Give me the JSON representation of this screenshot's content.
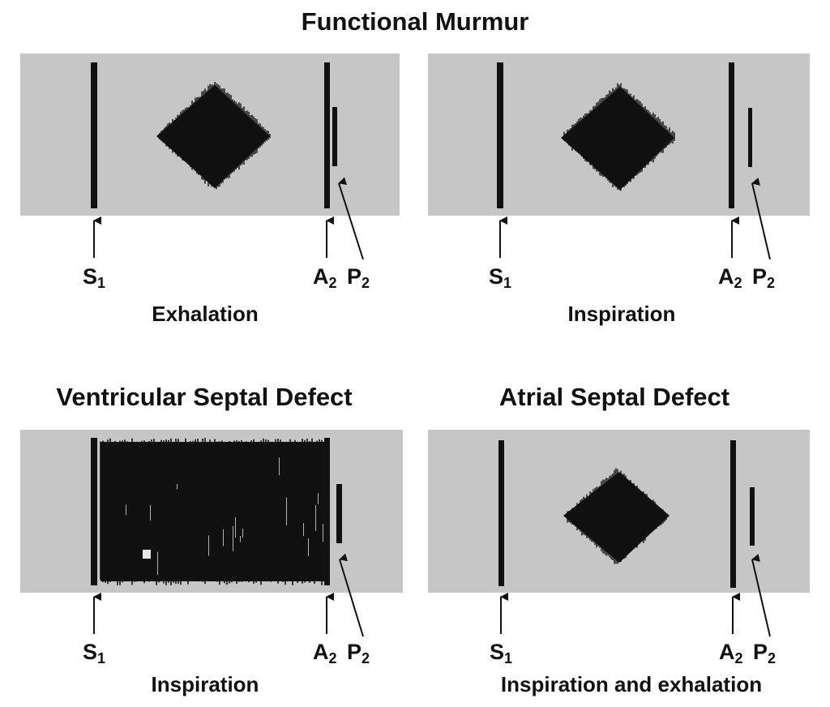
{
  "colors": {
    "panel_background": "#c6c6c6",
    "ink": "#111111",
    "page_background": "#ffffff"
  },
  "panels": [
    {
      "id": "functional-exhalation",
      "heading": "Functional Murmur",
      "caption": "Exhalation",
      "murmur_shape": "diamond",
      "sounds": [
        {
          "name": "S1",
          "symbol": "S",
          "subscript": "1"
        },
        {
          "name": "A2",
          "symbol": "A",
          "subscript": "2"
        },
        {
          "name": "P2",
          "symbol": "P",
          "subscript": "2"
        }
      ]
    },
    {
      "id": "functional-inspiration",
      "heading": "",
      "caption": "Inspiration",
      "murmur_shape": "diamond",
      "sounds": [
        {
          "name": "S1",
          "symbol": "S",
          "subscript": "1"
        },
        {
          "name": "A2",
          "symbol": "A",
          "subscript": "2"
        },
        {
          "name": "P2",
          "symbol": "P",
          "subscript": "2"
        }
      ]
    },
    {
      "id": "ventricular-septal-defect",
      "heading": "Ventricular Septal Defect",
      "caption": "Inspiration",
      "murmur_shape": "holosystolic",
      "sounds": [
        {
          "name": "S1",
          "symbol": "S",
          "subscript": "1"
        },
        {
          "name": "A2",
          "symbol": "A",
          "subscript": "2"
        },
        {
          "name": "P2",
          "symbol": "P",
          "subscript": "2"
        }
      ]
    },
    {
      "id": "atrial-septal-defect",
      "heading": "Atrial Septal Defect",
      "caption": "Inspiration and exhalation",
      "murmur_shape": "diamond",
      "sounds": [
        {
          "name": "S1",
          "symbol": "S",
          "subscript": "1"
        },
        {
          "name": "A2",
          "symbol": "A",
          "subscript": "2"
        },
        {
          "name": "P2",
          "symbol": "P",
          "subscript": "2"
        }
      ]
    }
  ]
}
